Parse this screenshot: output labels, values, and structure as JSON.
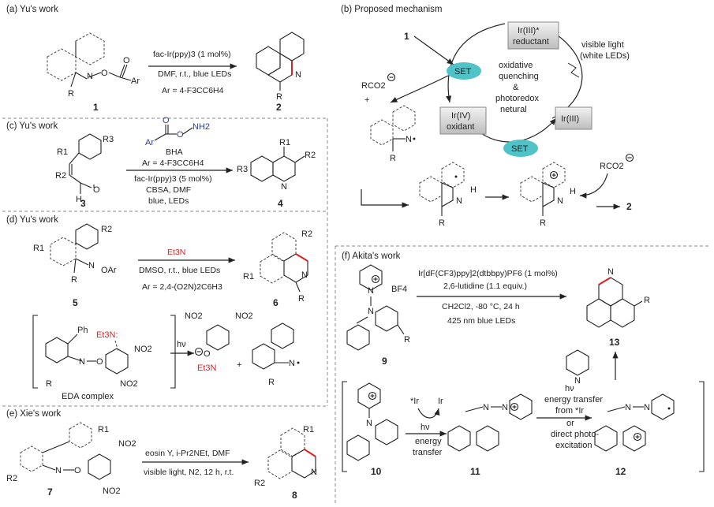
{
  "panels": {
    "a": {
      "header": "(a) Yu's work",
      "cond1": "fac-Ir(ppy)3 (1 mol%)",
      "cond2": "DMF, r.t., blue LEDs",
      "cond3": "Ar = 4-F3CC6H4",
      "c_start": "1",
      "c_prod": "2",
      "sub_o": "O",
      "sub_ar": "Ar",
      "sub_n": "N",
      "sub_r": "R",
      "prod_n": "N",
      "prod_r": "R"
    },
    "b": {
      "header": "(b) Proposed mechanism",
      "cmpd1": "1",
      "cmpd2": "2",
      "set": "SET",
      "ir3star": "Ir(III)*",
      "reductant": "reductant",
      "ir4": "Ir(IV)",
      "oxidant": "oxidant",
      "ir3": "Ir(III)",
      "light1": "visible light",
      "light2": "(white LEDs)",
      "center1": "oxidative",
      "center2": "quenching",
      "center3": "&",
      "center4": "photoredox",
      "center5": "netural",
      "rco2": "RCO2",
      "plus": "+",
      "n_rad": "N",
      "n_h": "N",
      "h": "H",
      "r": "R"
    },
    "c": {
      "header": "(c) Yu's work",
      "bha_name": "BHA",
      "bha_nh2": "NH2",
      "bha_ar": "Ar",
      "bha_o": "O",
      "bha_o2": "O",
      "cond1": "Ar = 4-F3CC6H4",
      "cond2": "fac-Ir(ppy)3 (5 mol%)",
      "cond3": "CBSA, DMF",
      "cond4": "blue, LEDs",
      "c_start": "3",
      "c_prod": "4",
      "r1": "R1",
      "r2": "R2",
      "r3": "R3",
      "h": "H",
      "o": "O",
      "p_r1": "R1",
      "p_r2": "R2",
      "p_r3": "R3",
      "p_n": "N"
    },
    "d": {
      "header": "(d) Yu's work",
      "reagent": "Et3N",
      "cond1": "DMSO, r.t., blue LEDs",
      "cond2": "Ar = 2,4-(O2N)2C6H3",
      "c_start": "5",
      "c_prod": "6",
      "r1": "R1",
      "r2": "R2",
      "n": "N",
      "oar": "OAr",
      "r": "R",
      "p_n": "N",
      "p_r": "R",
      "p_r1": "R1",
      "p_r2": "R2",
      "eda": "EDA complex",
      "ph": "Ph",
      "et3n_eda": "Et3N:",
      "no2": "NO2",
      "hv": "hν",
      "et3n_cat": "Et3N",
      "plus": "+",
      "o": "O",
      "n_rad": "N"
    },
    "e": {
      "header": "(e) Xie's work",
      "cond1": "eosin Y, i-Pr2NEt, DMF",
      "cond2": "visible light, N2, 12 h, r.t.",
      "c_start": "7",
      "c_prod": "8",
      "r1": "R1",
      "r2": "R2",
      "no2": "NO2",
      "n": "N",
      "o": "O",
      "p_n": "N",
      "p_r1": "R1",
      "p_r2": "R2"
    },
    "f": {
      "header": "(f) Akita's work",
      "cond1": "Ir[dF(CF3)ppy]2(dtbbpy)PF6 (1 mol%)",
      "cond2": "2,6-lutidine (1.1 equiv.)",
      "cond3": "CH2Cl2, -80 °C, 24 h",
      "cond4": "425 nm blue LEDs",
      "c9": "9",
      "c13": "13",
      "c10": "10",
      "c11": "11",
      "c12": "12",
      "bf4": "BF4",
      "r": "R",
      "n": "N",
      "p_n": "N",
      "p_r": "R",
      "ir_star": "*Ir",
      "ir": "Ir",
      "hv": "hν",
      "energy": "energy",
      "transfer": "transfer",
      "hv2": "hν",
      "et1": "energy transfer",
      "et2": "from *Ir",
      "et3": "or",
      "et4": "direct photo-",
      "et5": "excitation"
    }
  },
  "colors": {
    "highlight_bond": "#e02020",
    "reagent_red": "#e02020",
    "bha_blue": "#2a3fa0",
    "set_ellipse": "#4fc3c8",
    "box_fill": "#d8d8d8"
  }
}
